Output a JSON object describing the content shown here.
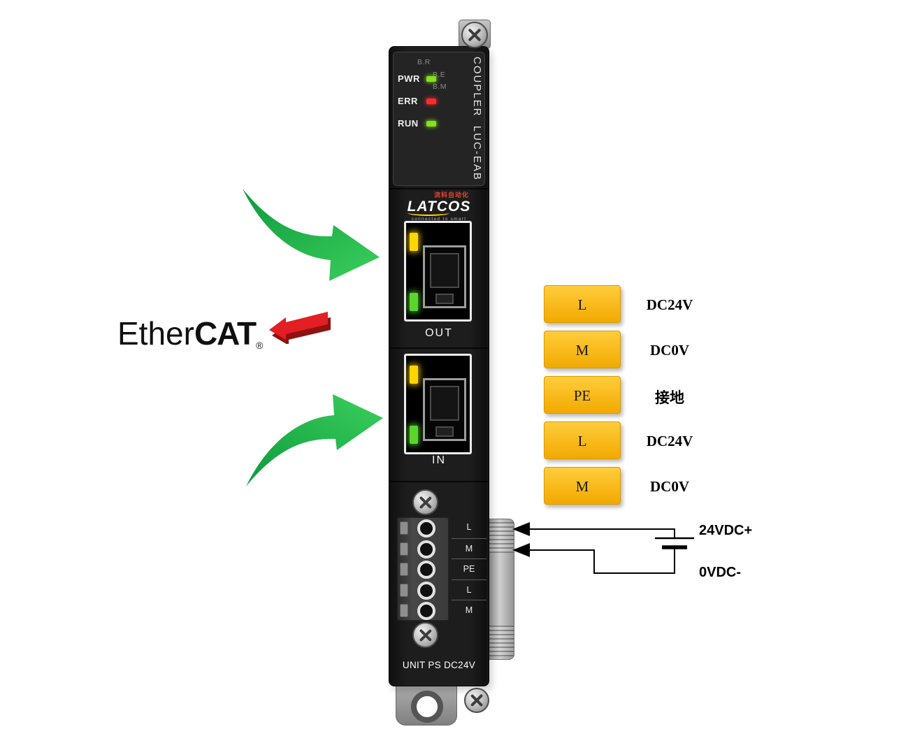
{
  "device": {
    "bus_labels": [
      "B.R",
      "B.E",
      "B.M"
    ],
    "status_leds": [
      {
        "label": "PWR",
        "color": "green"
      },
      {
        "label": "ERR",
        "color": "red"
      },
      {
        "label": "RUN",
        "color": "green"
      }
    ],
    "side_label": "COUPLER  LUC-EAB",
    "brand": {
      "cn_name": "流科自动化",
      "name": "LATCOS",
      "tagline": "connected to smart"
    },
    "port_out_label": "OUT",
    "port_in_label": "IN",
    "terminal_labels": [
      "L",
      "M",
      "PE",
      "L",
      "M"
    ],
    "unit_label": "UNIT PS DC24V"
  },
  "ethercat": {
    "part1": "Ether",
    "part2": "CAT",
    "registered": "®"
  },
  "legend": [
    {
      "tag": "L",
      "desc": "DC24V"
    },
    {
      "tag": "M",
      "desc": "DC0V"
    },
    {
      "tag": "PE",
      "desc": "接地"
    },
    {
      "tag": "L",
      "desc": "DC24V"
    },
    {
      "tag": "M",
      "desc": "DC0V"
    }
  ],
  "wiring": {
    "positive_label": "24VDC+",
    "negative_label": "0VDC-"
  },
  "colors": {
    "arrow_green": "#1daf4e",
    "label_gold": "#f2a900",
    "led_green": "#86e01e",
    "led_red": "#ff2a2a",
    "led_yellow": "#ffd600",
    "port_green": "#5ad52e",
    "brand_red": "#e8442e",
    "brand_yellow": "#ffd600"
  }
}
